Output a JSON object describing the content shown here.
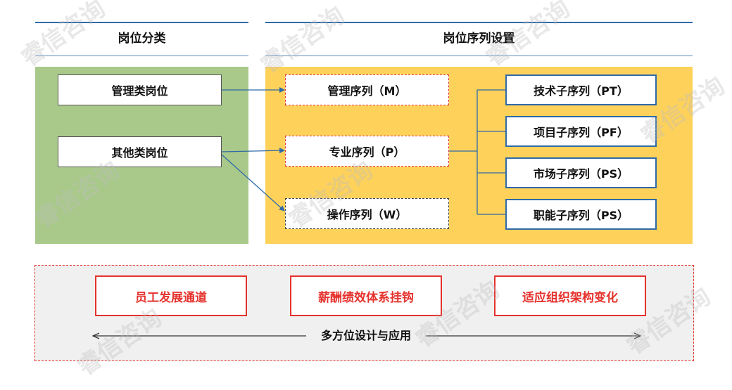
{
  "headers": {
    "left": "岗位分类",
    "right": "岗位序列设置"
  },
  "categories": [
    {
      "label": "管理类岗位"
    },
    {
      "label": "其他类岗位"
    }
  ],
  "sequences": [
    {
      "label": "管理序列（M）"
    },
    {
      "label": "专业序列（P）"
    },
    {
      "label": "操作序列（W）"
    }
  ],
  "subsequences": [
    {
      "label": "技术子序列（PT）"
    },
    {
      "label": "项目子序列（PF）"
    },
    {
      "label": "市场子序列（PS）"
    },
    {
      "label": "职能子序列（PS）"
    }
  ],
  "applications": [
    {
      "label": "员工发展通道"
    },
    {
      "label": "薪酬绩效体系挂钩"
    },
    {
      "label": "适应组织架构变化"
    }
  ],
  "footer": {
    "label": "多方位设计与应用"
  },
  "watermark": "睿信咨询",
  "colors": {
    "accent_blue": "#2f6aa7",
    "panel_green": "#a9c98b",
    "panel_yellow": "#fed25a",
    "highlight_red": "#e5322d",
    "bottom_gray": "#f0f0f0"
  }
}
